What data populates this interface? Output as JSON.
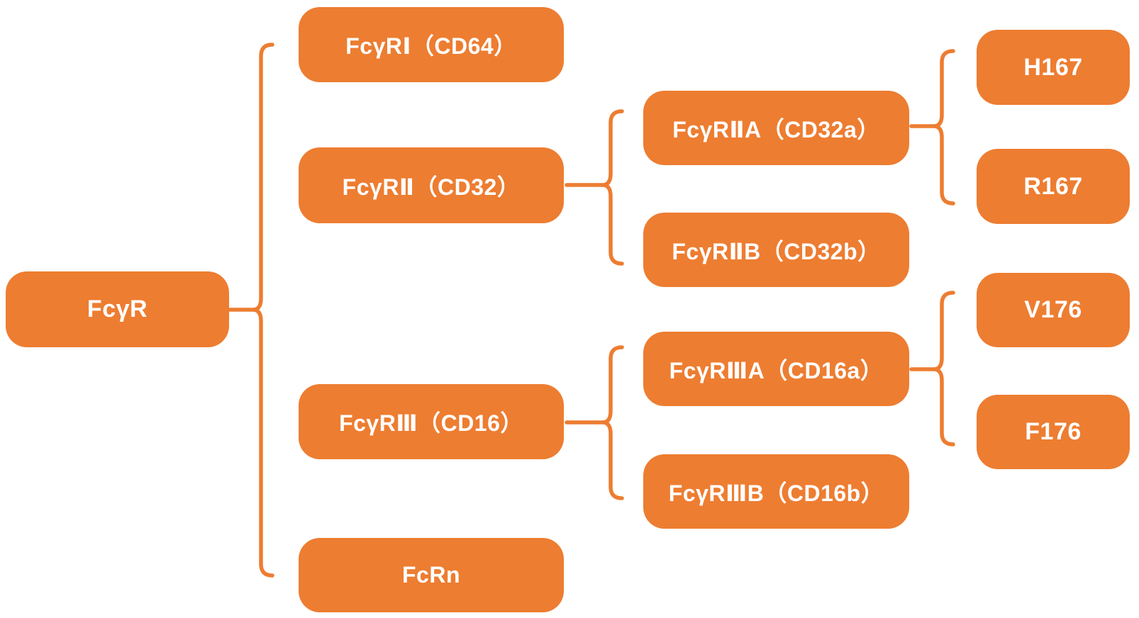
{
  "diagram": {
    "colors": {
      "node_fill": "#ED7D31",
      "node_text": "#FFFFFF",
      "connector": "#ED7D31",
      "background": "#FFFFFF"
    },
    "tree": {
      "root": {
        "label": "FcγR",
        "children": [
          {
            "label": "FcγRⅠ（CD64）"
          },
          {
            "label": "FcγRⅡ（CD32）",
            "children": [
              {
                "label": "FcγRⅡA（CD32a）",
                "children": [
                  {
                    "label": "H167"
                  },
                  {
                    "label": "R167"
                  }
                ]
              },
              {
                "label": "FcγRⅡB（CD32b）"
              }
            ]
          },
          {
            "label": "FcγRⅢ（CD16）",
            "children": [
              {
                "label": "FcγRⅢA（CD16a）",
                "children": [
                  {
                    "label": "V176"
                  },
                  {
                    "label": "F176"
                  }
                ]
              },
              {
                "label": "FcγRⅢB（CD16b）"
              }
            ]
          },
          {
            "label": "FcRn"
          }
        ]
      }
    }
  }
}
